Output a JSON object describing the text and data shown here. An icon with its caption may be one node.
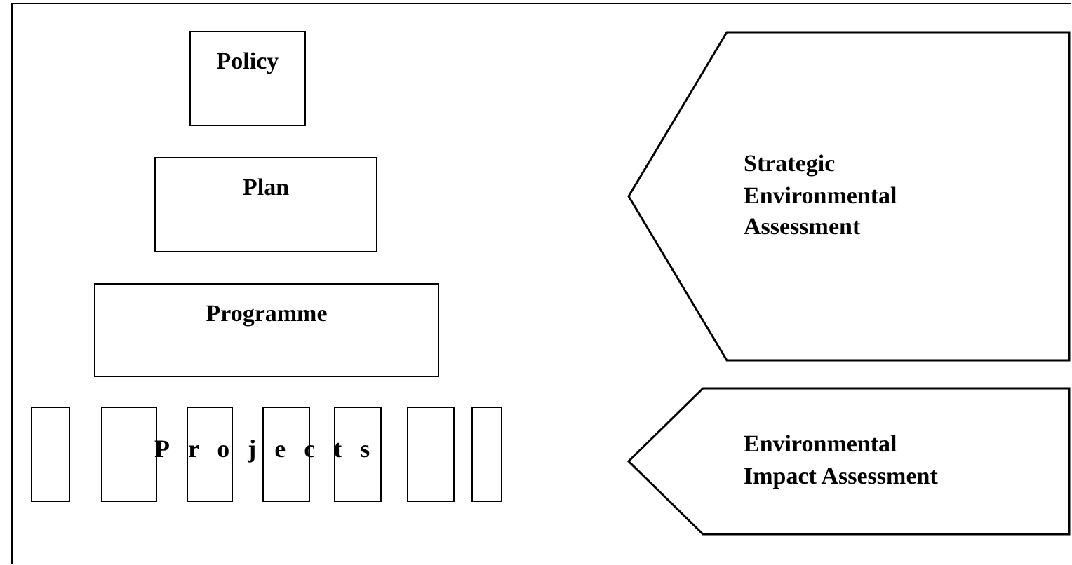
{
  "diagram": {
    "nodes": [
      {
        "text": [
          "Policy"
        ]
      },
      {
        "text": [
          "Plan"
        ]
      },
      {
        "text": [
          "Programme"
        ]
      },
      {
        "text": [],
        "shape": "box"
      },
      {
        "text": [],
        "shape": "box"
      },
      {
        "text": [],
        "shape": "box"
      },
      {
        "text": [],
        "shape": "box"
      },
      {
        "text": [],
        "shape": "box"
      },
      {
        "text": [],
        "shape": "box"
      },
      {
        "text": [],
        "shape": "box"
      },
      {
        "text": [
          "Strategic Environmental Assessment"
        ]
      },
      {
        "text": [
          "Environmental Impact Assessment"
        ]
      }
    ],
    "edges": [],
    "labels": [
      "Projects"
    ]
  }
}
